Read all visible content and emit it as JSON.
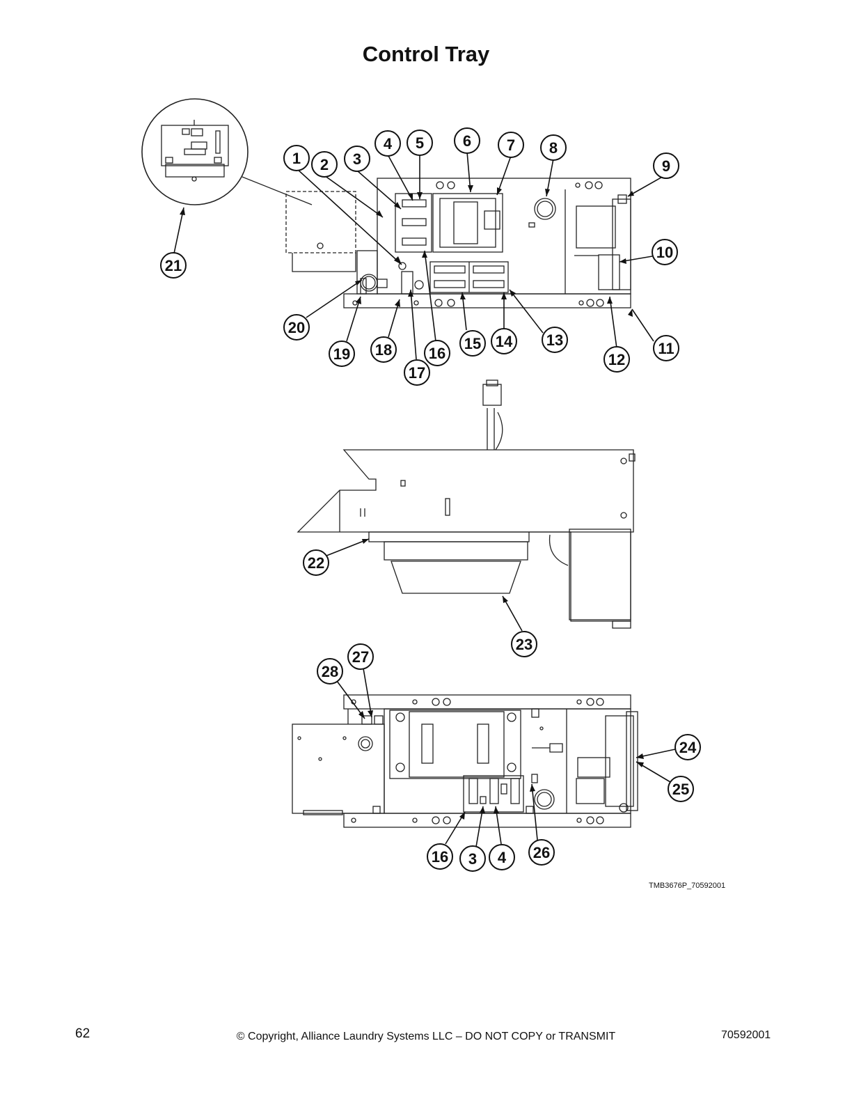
{
  "title": "Control Tray",
  "reference_code": "TMB3676P_70592001",
  "footer": {
    "page_number": "62",
    "copyright": "© Copyright, Alliance Laundry Systems LLC – DO NOT COPY or TRANSMIT",
    "doc_number": "70592001"
  },
  "callouts": [
    "1",
    "2",
    "3",
    "4",
    "5",
    "6",
    "7",
    "8",
    "9",
    "10",
    "11",
    "12",
    "13",
    "14",
    "15",
    "16",
    "17",
    "18",
    "19",
    "20",
    "21",
    "22",
    "23",
    "24",
    "25",
    "26",
    "27",
    "28",
    "16",
    "3",
    "4"
  ]
}
